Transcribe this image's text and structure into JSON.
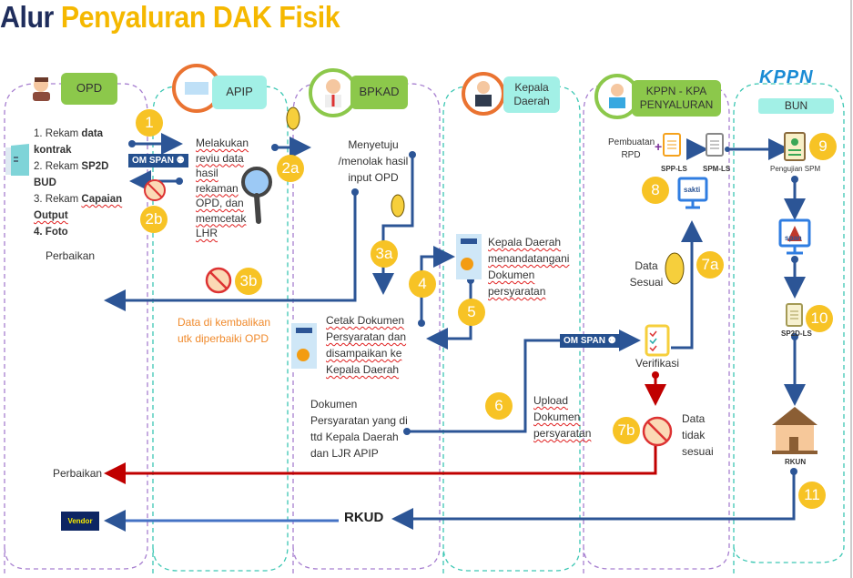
{
  "title": {
    "part1": "Alur",
    "part2": "Penyaluran DAK Fisik"
  },
  "lanes": [
    {
      "label": "OPD",
      "style": "green"
    },
    {
      "label": "APIP",
      "style": "cyan"
    },
    {
      "label": "BPKAD",
      "style": "green"
    },
    {
      "label": "Kepala Daerah",
      "style": "cyan"
    },
    {
      "label": "KPPN - KPA PENYALURAN",
      "style": "green"
    },
    {
      "label": "BUN",
      "style": "cyan",
      "logo": "KPPN"
    }
  ],
  "opd": {
    "steps": [
      {
        "num": "1.",
        "prefix": "Rekam ",
        "bold": "data kontrak"
      },
      {
        "num": "2.",
        "prefix": "Rekam ",
        "bold": "SP2D BUD"
      },
      {
        "num": "3.",
        "prefix": "Rekam ",
        "bold": "Capaian Output"
      },
      {
        "num": "4.",
        "prefix": "",
        "bold": "Foto"
      }
    ],
    "perbaikan_top": "Perbaikan",
    "perbaikan_bottom": "Perbaikan",
    "vendor": "Vendor"
  },
  "apip": {
    "omspan": "OM SPAN",
    "text": "Melakukan reviu data hasil rekaman OPD, dan memcetak LHR",
    "returned": "Data di kembalikan utk diperbaiki OPD"
  },
  "bpkad": {
    "approve": "Menyetuju /menolak hasil input OPD",
    "print": "Cetak Dokumen Persyaratan dan disampaikan ke Kepala Daerah",
    "signed": "Dokumen Persyaratan yang di ttd Kepala Daerah dan LJR APIP",
    "rkud": "RKUD"
  },
  "kepala": {
    "sign": "Kepala Daerah menandatangani Dokumen persyaratan",
    "upload": "Upload Dokumen persyaratan"
  },
  "kppn": {
    "rpd": "Pembuatan RPD",
    "spp": "SPP-LS",
    "spm": "SPM-LS",
    "sakti": "sakti",
    "omspan": "OM SPAN",
    "verifikasi": "Verifikasi",
    "sesuai": "Data Sesuai",
    "tidak_sesuai": "Data tidak sesuai"
  },
  "bun": {
    "pengujian": "Pengujian SPM",
    "span": "span",
    "sp2d": "SP2D-LS",
    "rkun": "RKUN"
  },
  "badges": [
    "1",
    "2a",
    "2b",
    "3a",
    "3b",
    "4",
    "5",
    "6",
    "7a",
    "7b",
    "8",
    "9",
    "10",
    "11"
  ],
  "colors": {
    "flow": "#2c5596",
    "reject": "#c00000",
    "badge": "#f7c325",
    "title_dark": "#1f2d5c",
    "title_accent": "#f5b800"
  }
}
